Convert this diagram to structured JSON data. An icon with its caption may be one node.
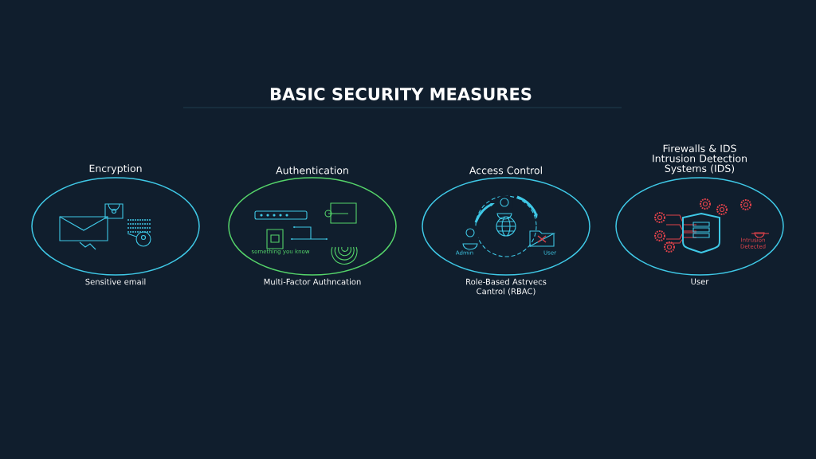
{
  "diagram": {
    "title": "BASIC SECURITY MEASURES",
    "nodes": [
      {
        "text": [
          "Encryption"
        ],
        "beside": [
          "Sensitive email"
        ]
      },
      {
        "text": [
          "Authentication"
        ],
        "beside": [
          "Multi-Factor Authncation"
        ]
      },
      {
        "text": [
          "Access Control"
        ],
        "beside": [
          "Role-Based Astrvecs Cantrol (RBAC)"
        ]
      },
      {
        "text": [
          "Firewalls & IDS Intrusion Detection Systems (IDS)"
        ],
        "beside": [
          "User"
        ]
      }
    ],
    "labels": [
      "something you know",
      "Admin",
      "User",
      "Intrusion Detected"
    ]
  }
}
